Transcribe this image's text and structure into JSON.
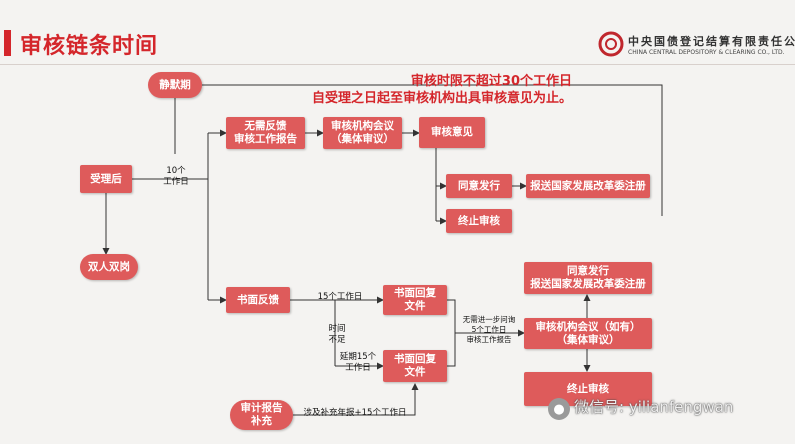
{
  "title": "审核链条时间",
  "logo": {
    "chinese": "中央国债登记结算有限责任公司",
    "english": "CHINA CENTRAL DEPOSITORY & CLEARING CO., LTD."
  },
  "note": [
    "审核时限不超过30个工作日",
    "自受理之日起至审核机构出具审核意见为止。"
  ],
  "nodes": {
    "silent_period": "静默期",
    "after_acceptance": "受理后",
    "dual_review": "双人双岗",
    "no_feedback": "无需反馈\n审核工作报告",
    "review_meeting": "审核机构会议\n（集体审议）",
    "review_opinion": "审核意见",
    "approve_issue": "同意发行",
    "register_ndrc": "报送国家发展改革委注册",
    "terminate_top": "终止审核",
    "written_feedback": "书面反馈",
    "written_reply_1": "书面回复\n文件",
    "written_reply_2": "书面回复\n文件",
    "audit_report_supplement": "审计报告\n补充",
    "approve_issue_register": "同意发行\n报送国家发展改革委注册",
    "review_meeting_optional": "审核机构会议（如有）\n（集体审议）",
    "terminate_bottom": "终止审核"
  },
  "labels": {
    "ten_days": "10个\n工作日",
    "fifteen_days": "15个工作日",
    "time_short": "时间\n不足",
    "extend_15": "延期15个\n工作日",
    "no_further_inquiry": "无需进一步问询\n5个工作日\n审核工作报告",
    "supplement_annual": "涉及补充年报+15个工作日"
  },
  "watermark": "微信号: yilianfengwan",
  "colors": {
    "box": "#de5b5b",
    "accent": "#d4262b",
    "line": "#333333"
  }
}
